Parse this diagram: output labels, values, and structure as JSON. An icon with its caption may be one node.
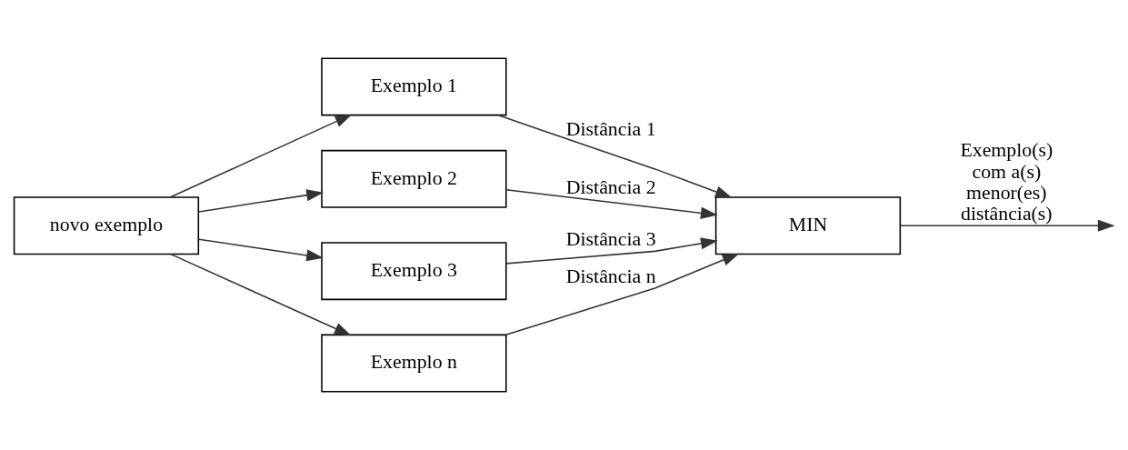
{
  "diagram": {
    "nodes": [
      {
        "text": [
          "novo exemplo"
        ]
      },
      {
        "text": [
          "Exemplo 1"
        ]
      },
      {
        "text": [
          "Exemplo 2"
        ]
      },
      {
        "text": [
          "Exemplo 3"
        ]
      },
      {
        "text": [
          "Exemplo n"
        ]
      },
      {
        "text": [
          "MIN"
        ]
      }
    ],
    "edges": [
      {
        "from": 0,
        "to": 1,
        "arrow": "to"
      },
      {
        "from": 0,
        "to": 2,
        "arrow": "to"
      },
      {
        "from": 0,
        "to": 3,
        "arrow": "to"
      },
      {
        "from": 0,
        "to": 4,
        "arrow": "to"
      },
      {
        "from": 1,
        "to": 5,
        "arrow": "to",
        "label": "Distância 1"
      },
      {
        "from": 2,
        "to": 5,
        "arrow": "to",
        "label": "Distância 2"
      },
      {
        "from": 3,
        "to": 5,
        "arrow": "to",
        "label": "Distância 3"
      },
      {
        "from": 4,
        "to": 5,
        "arrow": "to",
        "label": "Distância n"
      },
      {
        "from": 5,
        "to": null,
        "arrow": "to",
        "label": "Exemplo(s) com a(s) menor(es) distância(s)"
      }
    ]
  }
}
